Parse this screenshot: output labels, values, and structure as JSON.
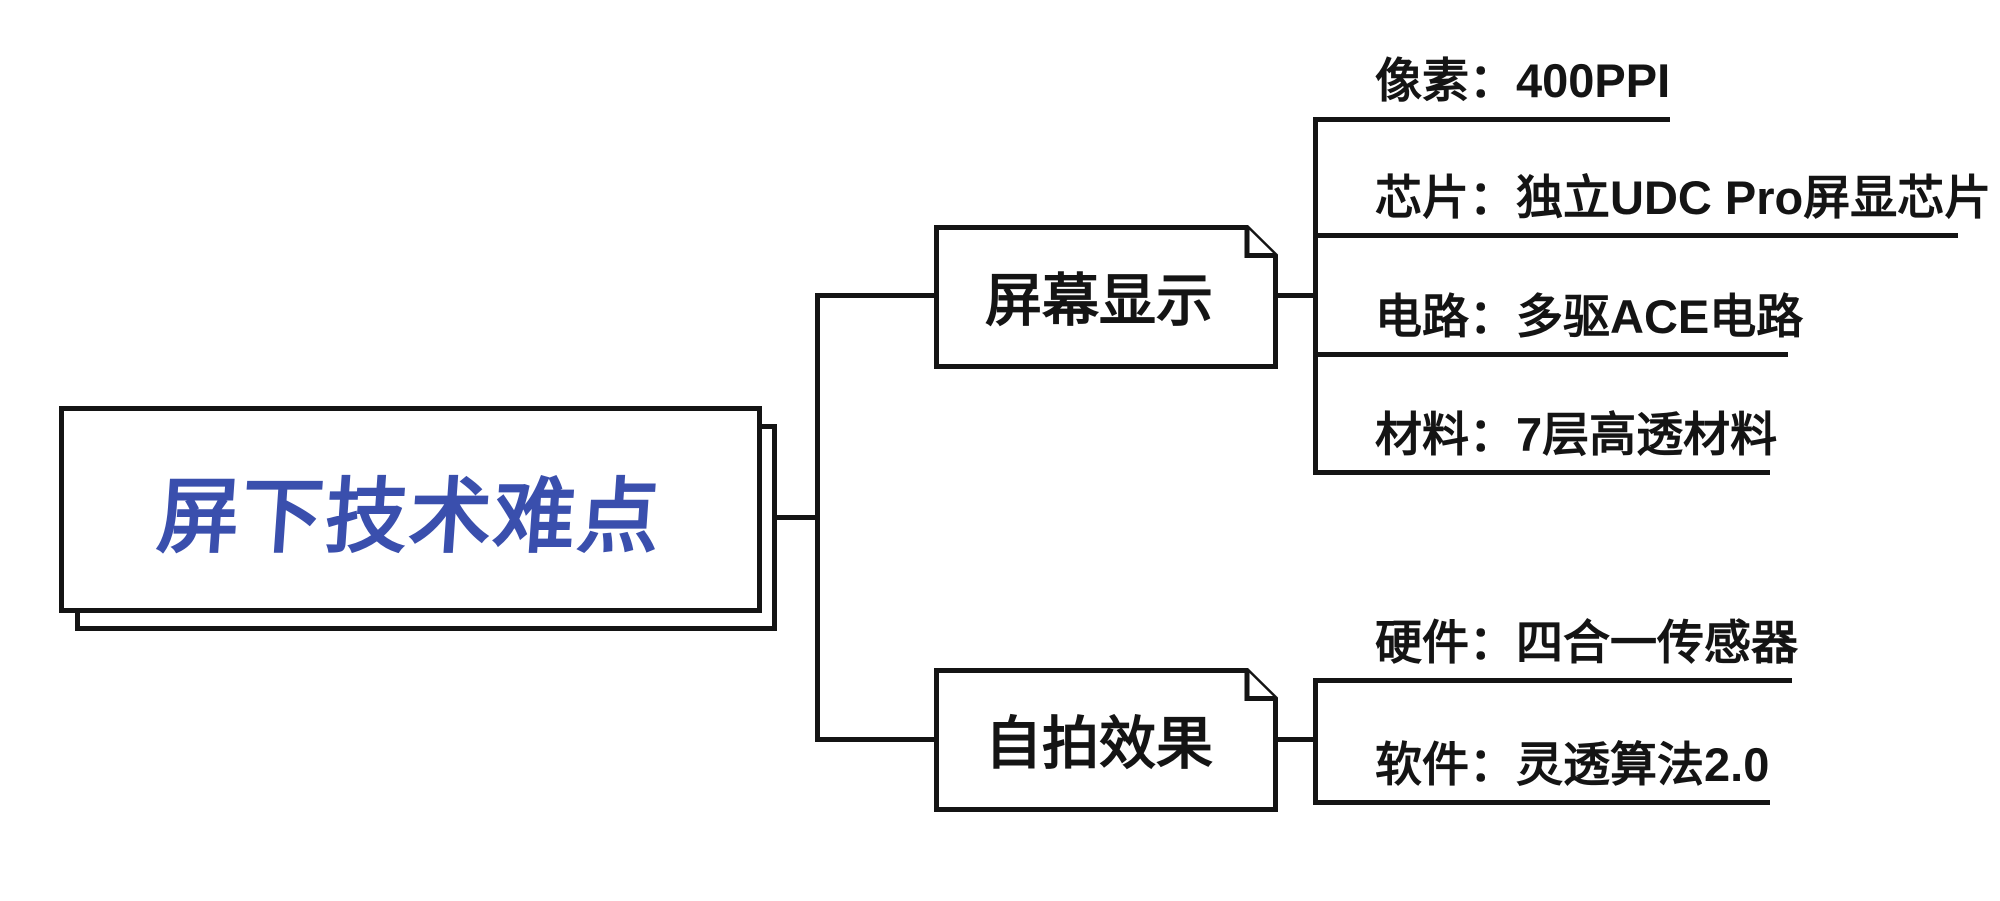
{
  "root": {
    "label": "屏下技术难点"
  },
  "branches": [
    {
      "label": "屏幕显示",
      "children": [
        {
          "text": "像素：400PPI"
        },
        {
          "text": "芯片：独立UDC Pro屏显芯片"
        },
        {
          "text": "电路：多驱ACE电路"
        },
        {
          "text": "材料：7层高透材料"
        }
      ]
    },
    {
      "label": "自拍效果",
      "children": [
        {
          "text": "硬件：四合一传感器"
        },
        {
          "text": "软件：灵透算法2.0"
        }
      ]
    }
  ],
  "colors": {
    "accent_blue": "#3a4fad",
    "line_black": "#141414",
    "background": "#ffffff"
  }
}
